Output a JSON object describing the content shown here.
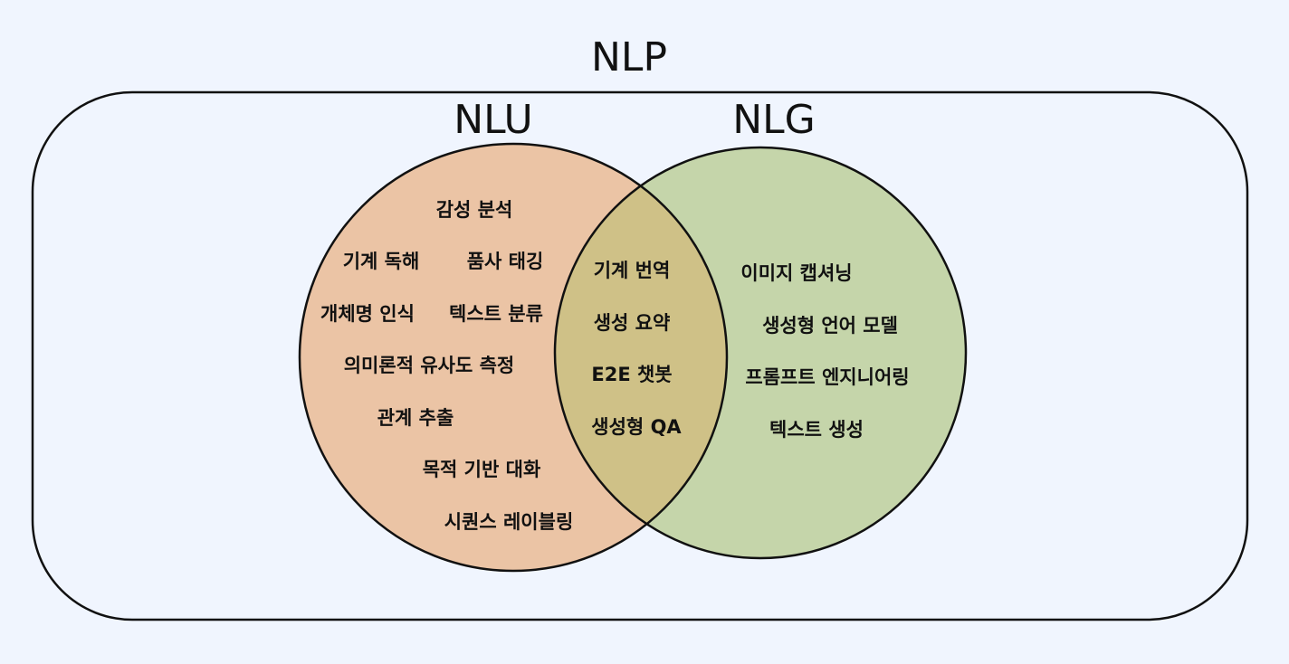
{
  "titles": {
    "nlp": "NLP",
    "nlu": "NLU",
    "nlg": "NLG"
  },
  "colors": {
    "background": "#f0f5fe",
    "nlu_fill": "#ebc4a5",
    "nlg_fill": "#c5d5aa",
    "overlap_fill": "#cfc187",
    "stroke": "#111111"
  },
  "nlu_only": [
    "감성 분석",
    "기계 독해",
    "품사 태깅",
    "개체명 인식",
    "텍스트 분류",
    "의미론적 유사도 측정",
    "관계 추출",
    "목적 기반 대화",
    "시퀀스 레이블링"
  ],
  "overlap": [
    "기계 번역",
    "생성 요약",
    "E2E 챗봇",
    "생성형 QA"
  ],
  "nlg_only": [
    "이미지 캡셔닝",
    "생성형 언어 모델",
    "프롬프트 엔지니어링",
    "텍스트 생성"
  ]
}
